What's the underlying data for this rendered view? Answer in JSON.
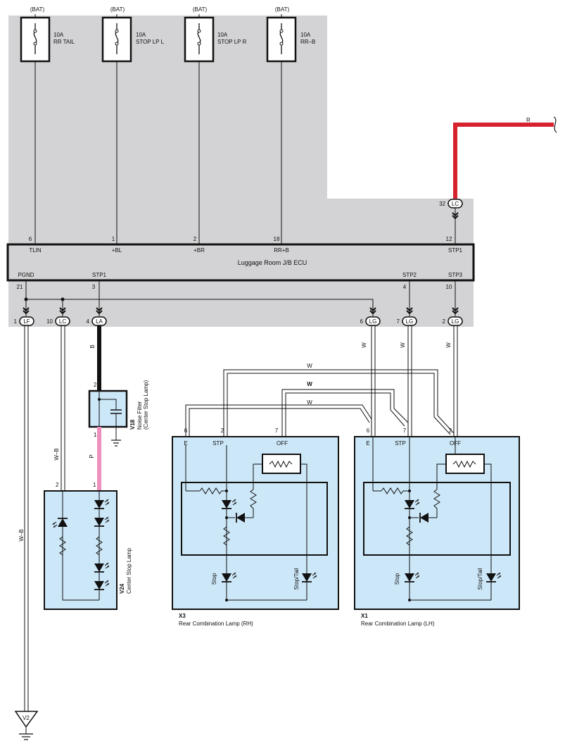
{
  "colors": {
    "junction_block_bg": "#d3d3d5",
    "component_fill": "#cce7f7",
    "red_wire": "#d6222f",
    "pink_wire": "#ee8fbd",
    "black_wire": "#111111",
    "outline": "#1a1a1a"
  },
  "fuses": [
    {
      "supply": "(BAT)",
      "rating": "10A",
      "name": "RR TAIL"
    },
    {
      "supply": "(BAT)",
      "rating": "10A",
      "name": "STOP LP L"
    },
    {
      "supply": "(BAT)",
      "rating": "10A",
      "name": "STOP LP R"
    },
    {
      "supply": "(BAT)",
      "rating": "10A",
      "name": "RR–B"
    }
  ],
  "ecu": {
    "name": "Luggage Room J/B ECU",
    "top_terminals": [
      {
        "pin": "6",
        "label": "TLIN"
      },
      {
        "pin": "1",
        "label": "+BL"
      },
      {
        "pin": "2",
        "label": "+BR"
      },
      {
        "pin": "18",
        "label": "RR+B"
      },
      {
        "pin": "12",
        "label": "STP1"
      }
    ],
    "bottom_terminals": [
      {
        "pin": "21",
        "label": "PGND"
      },
      {
        "pin": "3",
        "label": "STP1"
      },
      {
        "pin": "4",
        "label": "STP2"
      },
      {
        "pin": "10",
        "label": "STP3"
      }
    ]
  },
  "input_connector": {
    "pin": "32",
    "code": "LC",
    "wire_color": "R"
  },
  "bottom_connectors": [
    {
      "pin": "1",
      "code": "LF"
    },
    {
      "pin": "10",
      "code": "LC"
    },
    {
      "pin": "4",
      "code": "LA"
    },
    {
      "pin": "6",
      "code": "LG"
    },
    {
      "pin": "7",
      "code": "LG"
    },
    {
      "pin": "2",
      "code": "LG"
    }
  ],
  "wire_labels": {
    "b": "B",
    "p": "P",
    "wb_1": "W–B",
    "wb_2": "W–B",
    "w_1": "W",
    "w_2": "W",
    "w_3": "W",
    "w_4": "W",
    "w_5": "W",
    "w_6": "W"
  },
  "noise_filter": {
    "code": "V18",
    "name": "Noise Filter",
    "detail": "(Center Stop Lamp)",
    "pin_top": "2",
    "pin_bottom": "1"
  },
  "center_stop_lamp": {
    "code": "V24",
    "name": "Center Stop Lamp",
    "pin_left": "2",
    "pin_right": "1"
  },
  "rear_lamp_rh": {
    "code": "X3",
    "name": "Rear Combination Lamp (RH)",
    "pins": [
      "6",
      "2",
      "7"
    ],
    "terminals": [
      "E",
      "STP",
      "OFF"
    ],
    "stop_label": "Stop",
    "tail_label": "Stop/Tail"
  },
  "rear_lamp_lh": {
    "code": "X1",
    "name": "Rear Combination Lamp (LH)",
    "pins": [
      "6",
      "7",
      "2"
    ],
    "terminals": [
      "E",
      "STP",
      "OFF"
    ],
    "stop_label": "Stop",
    "tail_label": "Stop/Tail"
  },
  "ground": {
    "code": "V2"
  }
}
